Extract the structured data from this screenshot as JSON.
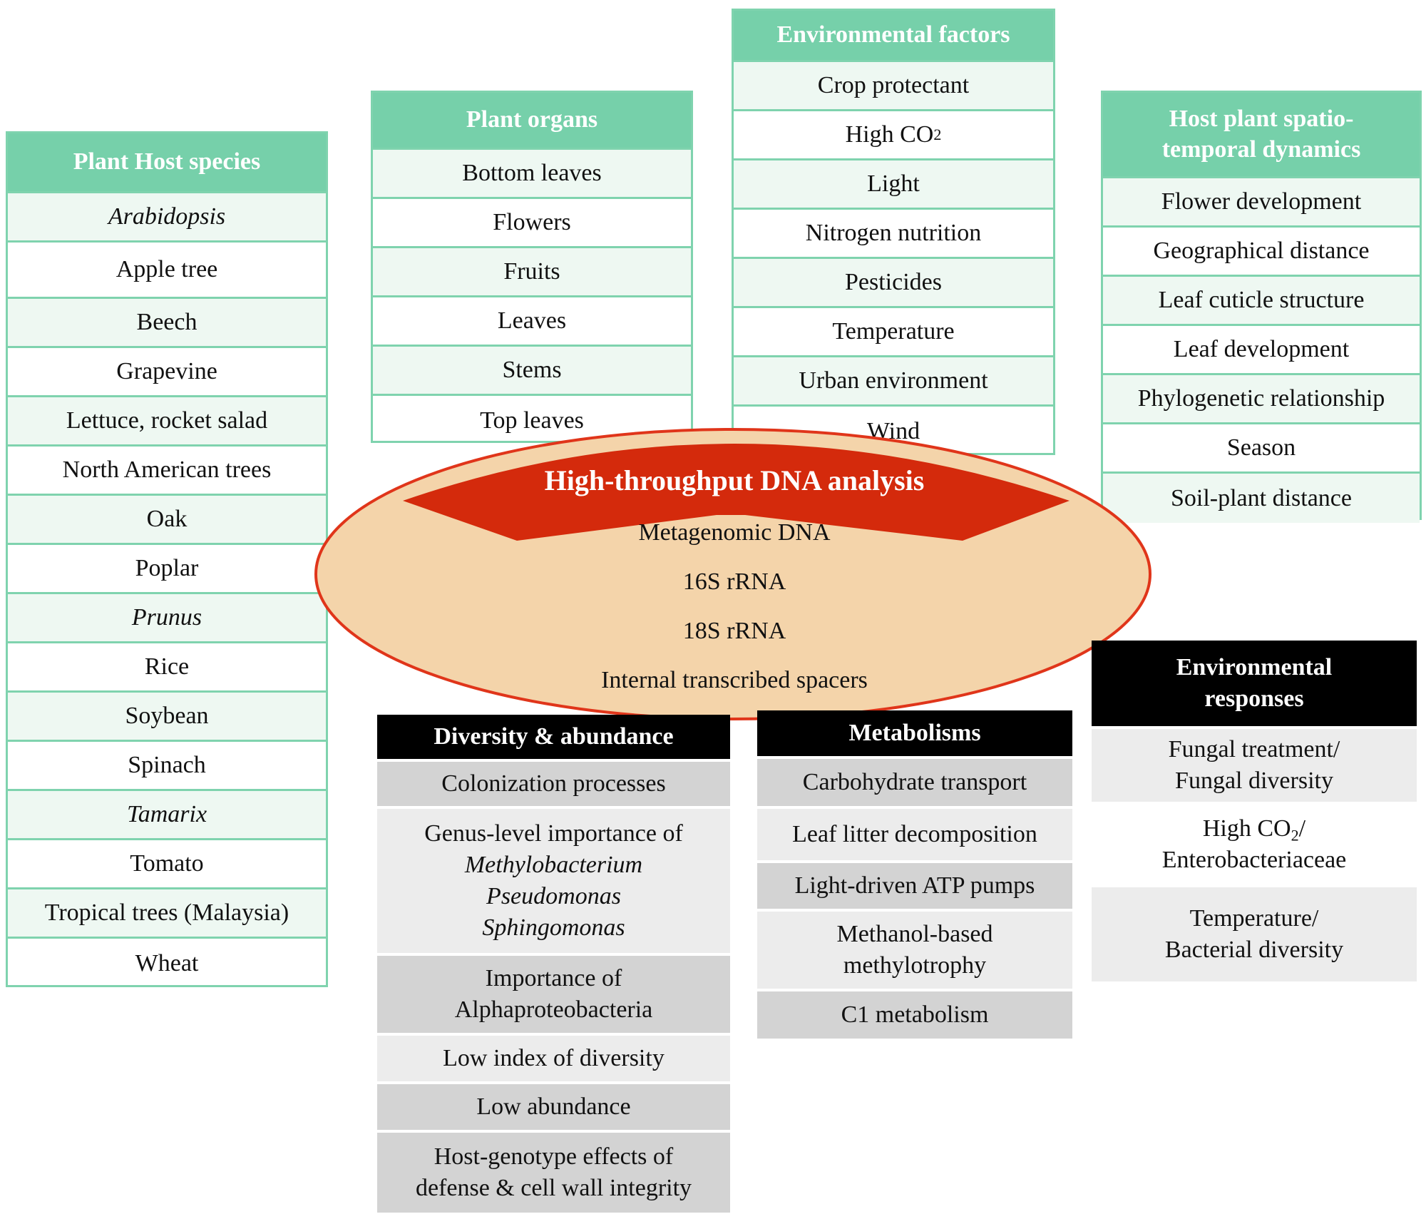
{
  "plant_host": {
    "title": "Plant Host species",
    "items": [
      {
        "text": "Arabidopsis",
        "italic": true
      },
      {
        "text": "Apple tree"
      },
      {
        "text": "Beech"
      },
      {
        "text": "Grapevine"
      },
      {
        "text": "Lettuce, rocket salad"
      },
      {
        "text": "North American trees"
      },
      {
        "text": "Oak"
      },
      {
        "text": "Poplar"
      },
      {
        "text": "Prunus",
        "italic": true
      },
      {
        "text": "Rice"
      },
      {
        "text": "Soybean"
      },
      {
        "text": "Spinach"
      },
      {
        "text": "Tamarix",
        "italic": true
      },
      {
        "text": "Tomato"
      },
      {
        "text": "Tropical trees (Malaysia)"
      },
      {
        "text": "Wheat"
      }
    ]
  },
  "plant_organs": {
    "title": "Plant organs",
    "items": [
      "Bottom leaves",
      "Flowers",
      "Fruits",
      "Leaves",
      "Stems",
      "Top leaves"
    ]
  },
  "environmental_factors": {
    "title": "Environmental factors",
    "items": [
      "Crop protectant",
      "High CO",
      "Light",
      "Nitrogen nutrition",
      "Pesticides",
      "Temperature",
      "Urban environment",
      "Wind"
    ],
    "co2_subscript": "2"
  },
  "spatiotemporal": {
    "title_line1": "Host plant spatio-",
    "title_line2": "temporal dynamics",
    "items": [
      "Flower development",
      "Geographical distance",
      "Leaf cuticle structure",
      "Leaf development",
      "Phylogenetic relationship",
      "Season",
      "Soil-plant distance"
    ]
  },
  "dna_analysis": {
    "title": "High-throughput DNA analysis",
    "items": [
      "Metagenomic DNA",
      "16S rRNA",
      "18S rRNA",
      "Internal transcribed spacers"
    ]
  },
  "diversity": {
    "title": "Diversity & abundance",
    "r1": "Colonization processes",
    "r2_line1": "Genus-level importance of",
    "r2_genus1": "Methylobacterium",
    "r2_genus2": "Pseudomonas",
    "r2_genus3": "Sphingomonas",
    "r3_line1": "Importance of",
    "r3_line2": "Alphaproteobacteria",
    "r4": "Low index of diversity",
    "r5": "Low abundance",
    "r6_line1": "Host-genotype effects of",
    "r6_line2": "defense & cell wall integrity"
  },
  "metabolisms": {
    "title": "Metabolisms",
    "r1": "Carbohydrate transport",
    "r2": "Leaf litter decomposition",
    "r3": "Light-driven ATP pumps",
    "r4_line1": "Methanol-based",
    "r4_line2": "methylotrophy",
    "r5": "C1 metabolism"
  },
  "env_responses": {
    "title_line1": "Environmental",
    "title_line2": "responses",
    "r1_line1": "Fungal treatment/",
    "r1_line2": "Fungal diversity",
    "r2_line1": "High CO",
    "r2_sub": "2",
    "r2_line1_end": "/",
    "r2_line2": "Enterobacteriaceae",
    "r3_line1": "Temperature/",
    "r3_line2": "Bacterial diversity"
  },
  "colors": {
    "green_header": "#76d0aa",
    "green_border": "#7fd3ae",
    "banner_red": "#d42a0c",
    "ellipse_fill": "#f4d4aa",
    "ellipse_stroke": "#e0351a"
  }
}
